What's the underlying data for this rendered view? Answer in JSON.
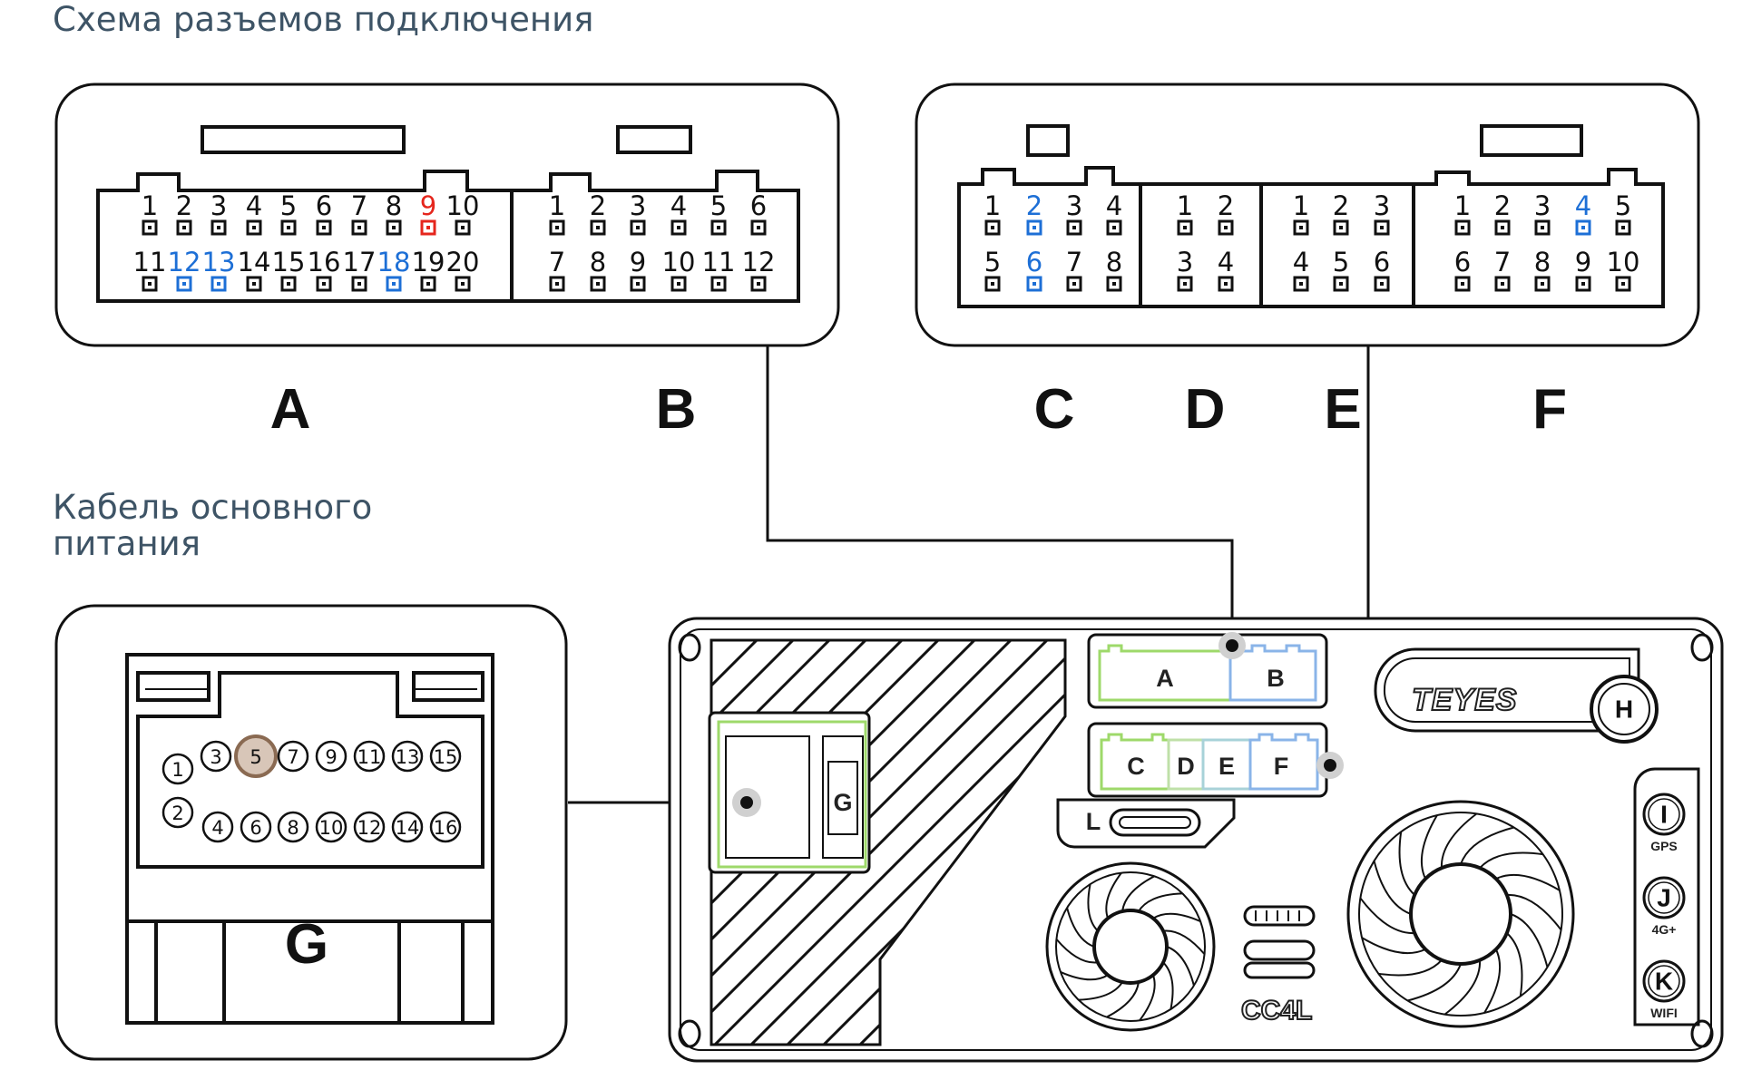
{
  "headings": {
    "connector_scheme": "Схема разъемов подключения",
    "main_power_cable_line1": "Кабель основного",
    "main_power_cable_line2": "питания"
  },
  "connector_letters": [
    "A",
    "B",
    "C",
    "D",
    "E",
    "F"
  ],
  "connectors": {
    "A": {
      "top": [
        "1",
        "2",
        "3",
        "4",
        "5",
        "6",
        "7",
        "8",
        "9",
        "10"
      ],
      "bottom": [
        "11",
        "12",
        "13",
        "14",
        "15",
        "16",
        "17",
        "18",
        "19",
        "20"
      ],
      "red_pins": [
        "9"
      ],
      "blue_pins": [
        "12",
        "13",
        "18"
      ]
    },
    "B": {
      "top": [
        "1",
        "2",
        "3",
        "4",
        "5",
        "6"
      ],
      "bottom": [
        "7",
        "8",
        "9",
        "10",
        "11",
        "12"
      ],
      "red_pins": [],
      "blue_pins": []
    },
    "C": {
      "top": [
        "1",
        "2",
        "3",
        "4"
      ],
      "bottom": [
        "5",
        "6",
        "7",
        "8"
      ],
      "red_pins": [],
      "blue_pins": [
        "2",
        "6"
      ]
    },
    "D": {
      "top": [
        "1",
        "2"
      ],
      "bottom": [
        "3",
        "4"
      ],
      "red_pins": [],
      "blue_pins": []
    },
    "E": {
      "top": [
        "1",
        "2",
        "3"
      ],
      "bottom": [
        "4",
        "5",
        "6"
      ],
      "red_pins": [],
      "blue_pins": []
    },
    "F": {
      "top": [
        "1",
        "2",
        "3",
        "4",
        "5"
      ],
      "bottom": [
        "6",
        "7",
        "8",
        "9",
        "10"
      ],
      "red_pins": [],
      "blue_pins": [
        "4"
      ]
    }
  },
  "cable_g": {
    "letter": "G",
    "top_row": [
      "1",
      "3",
      "5",
      "7",
      "9",
      "11",
      "13",
      "15"
    ],
    "bottom_row": [
      "2",
      "4",
      "6",
      "8",
      "10",
      "12",
      "14",
      "16"
    ],
    "highlighted_pin": "5"
  },
  "device": {
    "brand": "TEYES",
    "model": "CC4L",
    "ports_ab": [
      "A",
      "B"
    ],
    "ports_cdef": [
      "C",
      "D",
      "E",
      "F"
    ],
    "port_g": "G",
    "port_l": "L",
    "button_h": "H",
    "side_buttons": [
      {
        "letter": "I",
        "caption": "GPS"
      },
      {
        "letter": "J",
        "caption": "4G+"
      },
      {
        "letter": "K",
        "caption": "WIFI"
      }
    ]
  },
  "colors": {
    "red": "#e5261d",
    "blue": "#1d6fd6",
    "highlight_brown": "#8a6a52",
    "heading": "#3e5466",
    "green_port": "#9ed96a",
    "blue_port": "#8ab4e8"
  }
}
